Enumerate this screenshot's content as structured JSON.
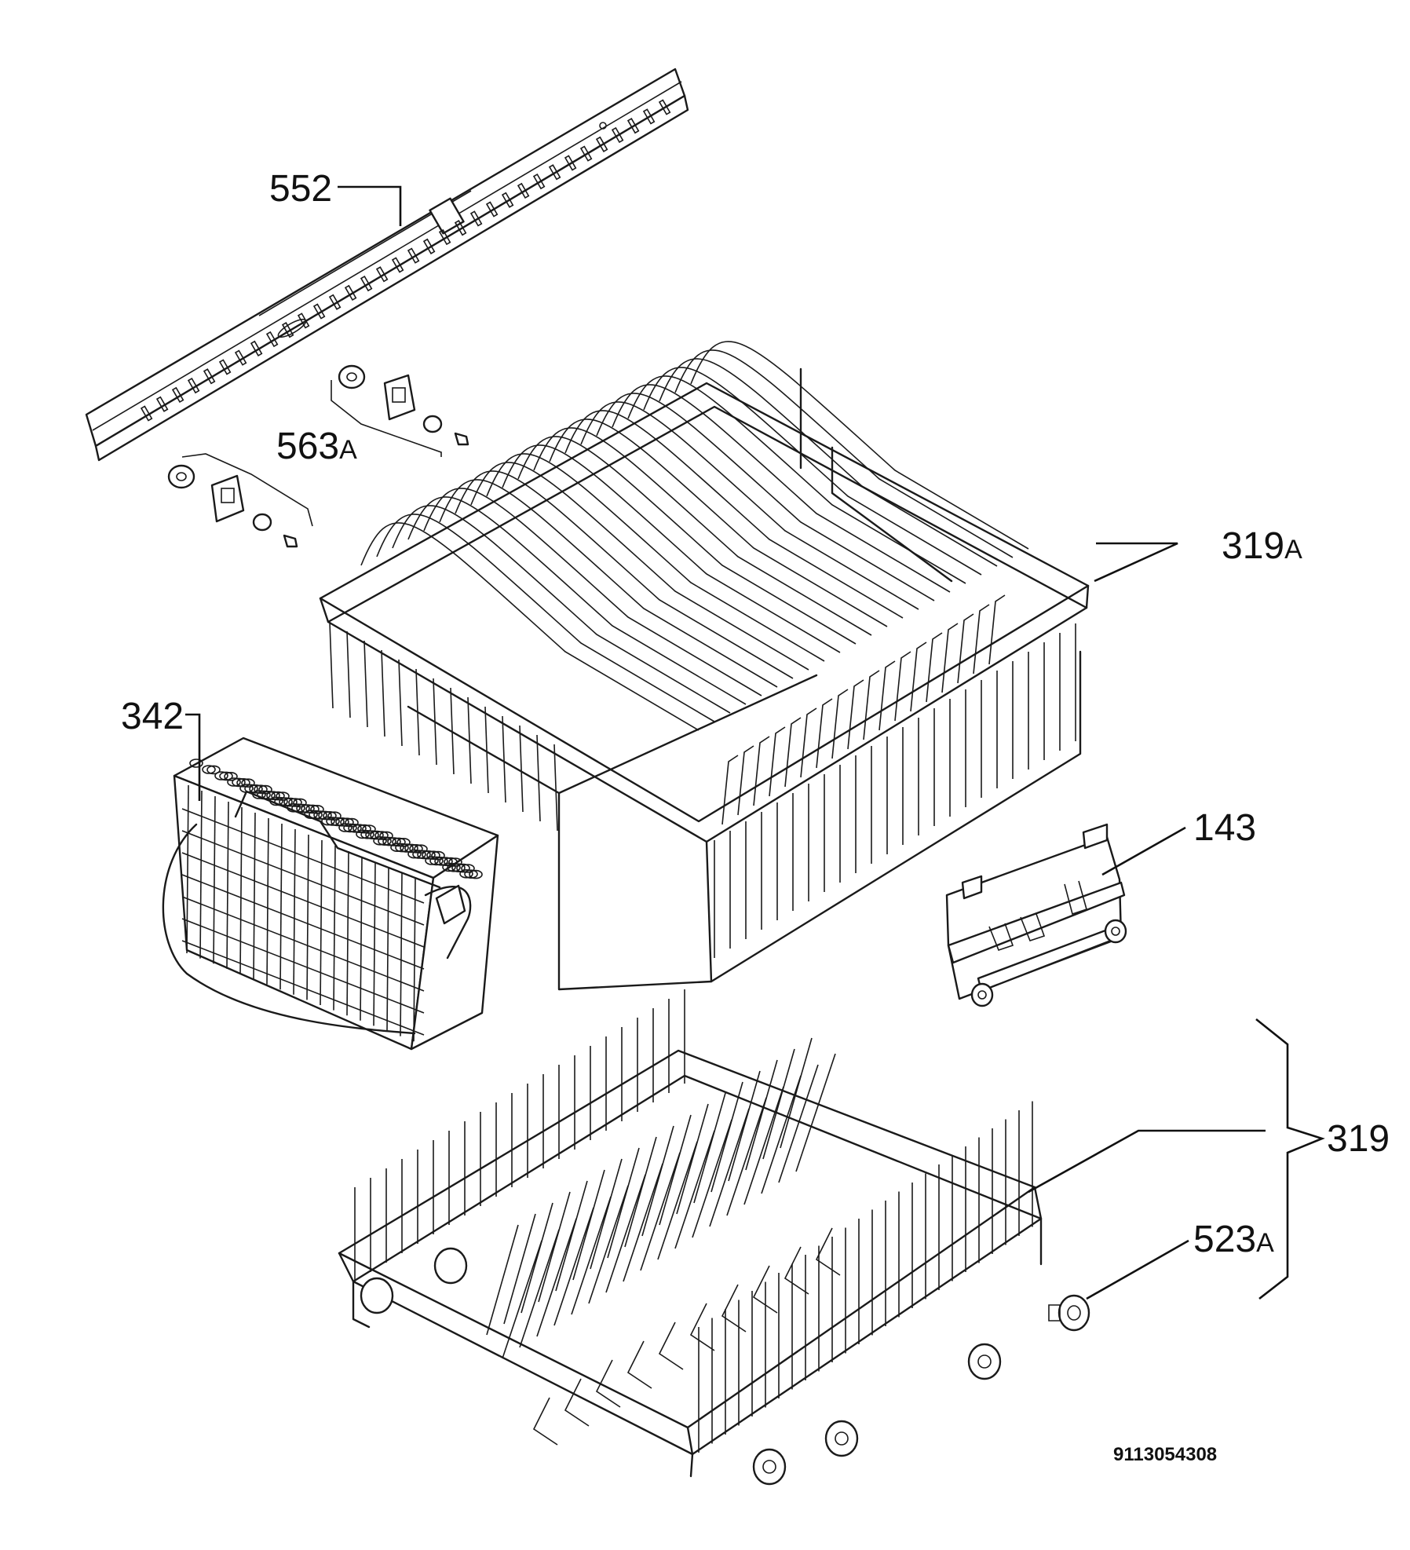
{
  "labels": {
    "rail": "552",
    "roller_set": "563",
    "roller_set_suffix": "A",
    "upper_basket": "319",
    "upper_basket_suffix": "A",
    "cutlery_basket": "342",
    "guide_plate": "143",
    "basket_group": "319",
    "lower_wheel": "523",
    "lower_wheel_suffix": "A"
  },
  "document_number": "9113054308"
}
